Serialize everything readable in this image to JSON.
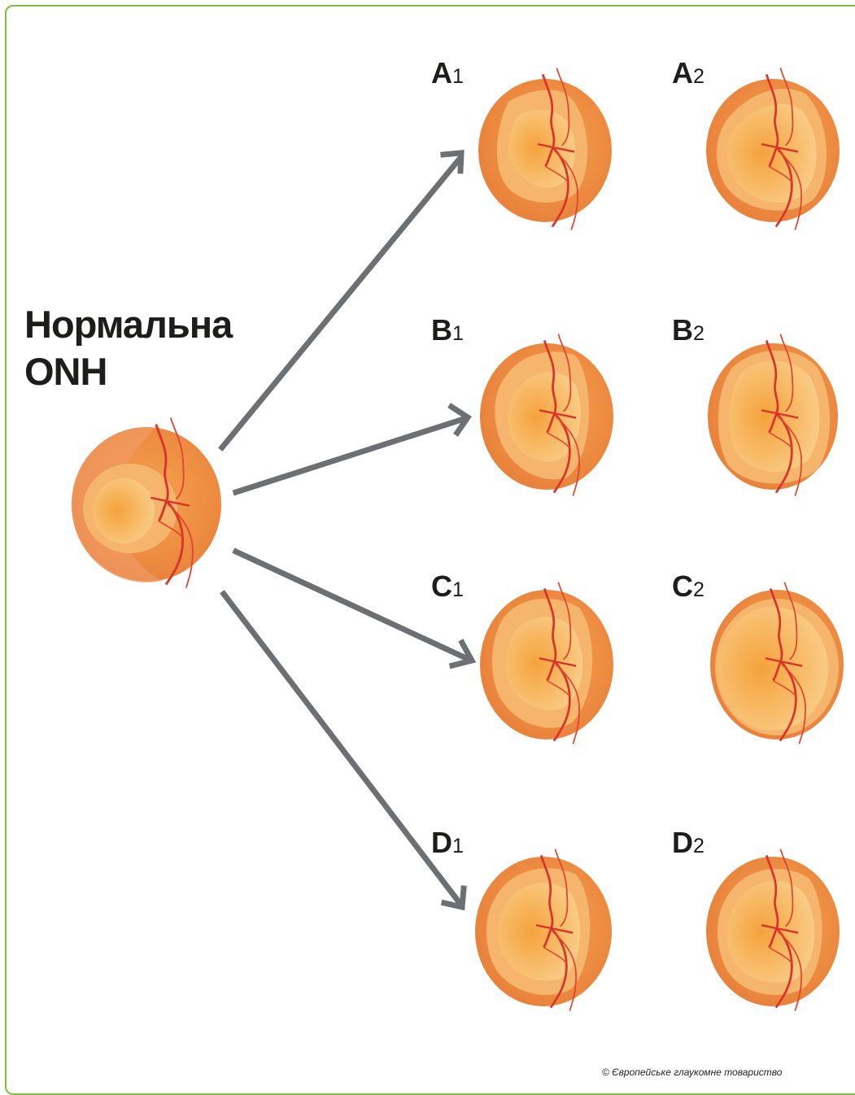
{
  "title": {
    "line1": "Нормальна",
    "line2": "ONH"
  },
  "labels": [
    {
      "letter": "A",
      "sub": "1"
    },
    {
      "letter": "A",
      "sub": "2"
    },
    {
      "letter": "B",
      "sub": "1"
    },
    {
      "letter": "B",
      "sub": "2"
    },
    {
      "letter": "C",
      "sub": "1"
    },
    {
      "letter": "C",
      "sub": "2"
    },
    {
      "letter": "D",
      "sub": "1"
    },
    {
      "letter": "D",
      "sub": "2"
    }
  ],
  "copyright": "© Європейське глаукомне товариство",
  "colors": {
    "frame": "#7cc040",
    "arrow": "#6d7073",
    "disc_outer": "#ec8a3f",
    "disc_rim": "#f4a860",
    "cup": "#f7c27a",
    "vessel": "#d8342a"
  }
}
